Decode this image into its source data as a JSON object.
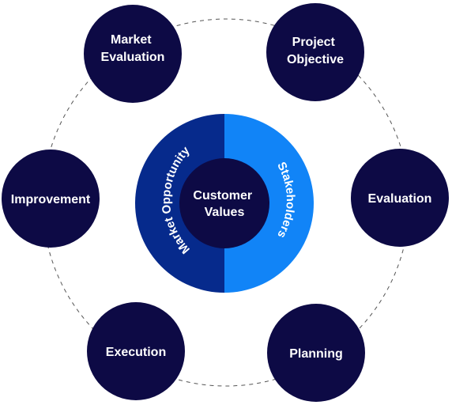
{
  "colors": {
    "node_fill": "#0d0a45",
    "ring_left": "#062a8c",
    "ring_right": "#1184f7",
    "center_fill": "#0d0a45",
    "dashed_orbit": "#555555",
    "text": "#ffffff"
  },
  "center": {
    "label_line1": "Customer",
    "label_line2": "Values"
  },
  "ring": {
    "left_label": "Market Opportunity",
    "right_label": "Stakeholders"
  },
  "nodes": {
    "market_evaluation": {
      "line1": "Market",
      "line2": "Evaluation"
    },
    "project_objective": {
      "line1": "Project",
      "line2": "Objective"
    },
    "evaluation": {
      "line1": "Evaluation"
    },
    "planning": {
      "line1": "Planning"
    },
    "execution": {
      "line1": "Execution"
    },
    "improvement": {
      "line1": "Improvement"
    }
  }
}
